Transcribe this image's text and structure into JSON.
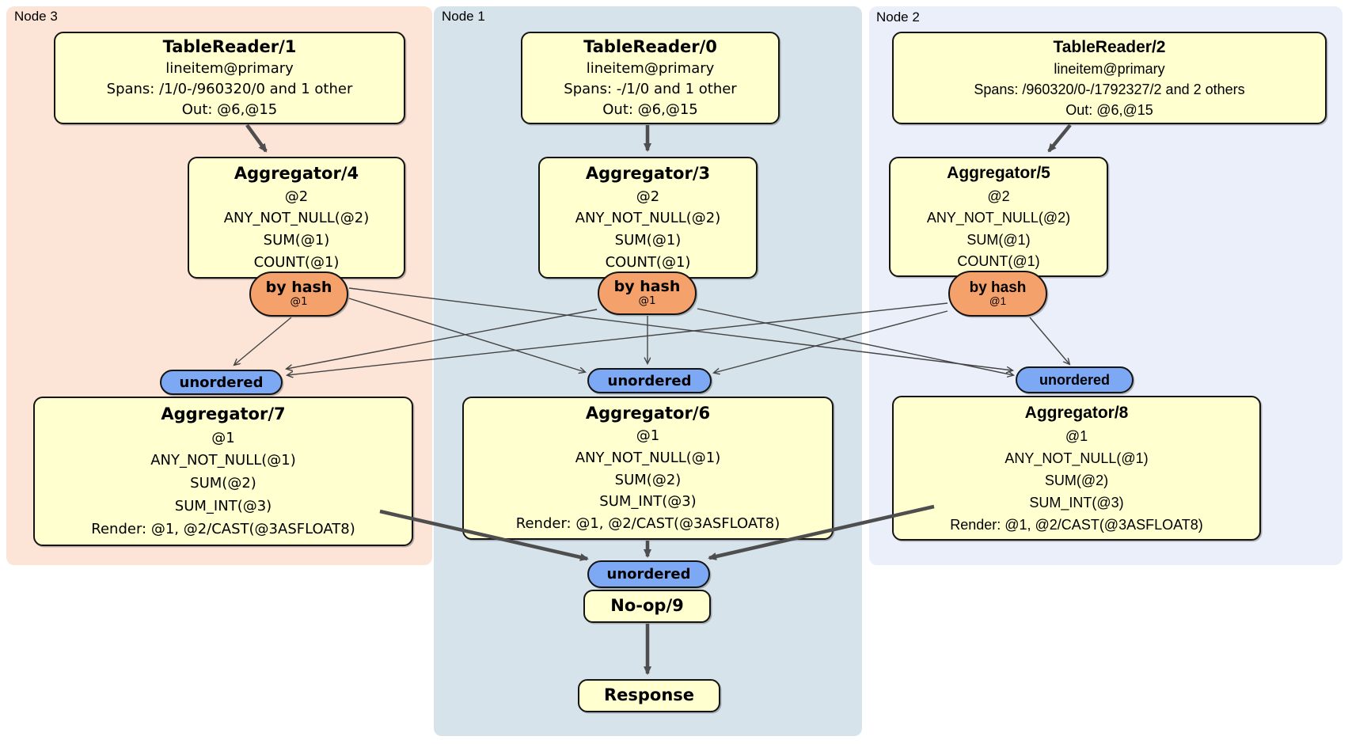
{
  "regions": {
    "node3_label": "Node 3",
    "node1_label": "Node 1",
    "node2_label": "Node 2"
  },
  "node3": {
    "table_reader": {
      "title": "TableReader/1",
      "rows": [
        "lineitem@primary",
        "Spans: /1/0-/960320/0 and 1 other",
        "Out: @6,@15"
      ]
    },
    "aggregator_top": {
      "title": "Aggregator/4",
      "rows": [
        "@2",
        "ANY_NOT_NULL(@2)",
        "SUM(@1)",
        "COUNT(@1)"
      ]
    },
    "router": {
      "label": "by hash",
      "detail": "@1"
    },
    "sync": {
      "label": "unordered"
    },
    "aggregator_bottom": {
      "title": "Aggregator/7",
      "rows": [
        "@1",
        "ANY_NOT_NULL(@1)",
        "SUM(@2)",
        "SUM_INT(@3)",
        "Render: @1, @2/CAST(@3ASFLOAT8)"
      ]
    }
  },
  "node1": {
    "table_reader": {
      "title": "TableReader/0",
      "rows": [
        "lineitem@primary",
        "Spans: -/1/0 and 1 other",
        "Out: @6,@15"
      ]
    },
    "aggregator_top": {
      "title": "Aggregator/3",
      "rows": [
        "@2",
        "ANY_NOT_NULL(@2)",
        "SUM(@1)",
        "COUNT(@1)"
      ]
    },
    "router": {
      "label": "by hash",
      "detail": "@1"
    },
    "sync": {
      "label": "unordered"
    },
    "aggregator_bottom": {
      "title": "Aggregator/6",
      "rows": [
        "@1",
        "ANY_NOT_NULL(@1)",
        "SUM(@2)",
        "SUM_INT(@3)",
        "Render: @1, @2/CAST(@3ASFLOAT8)"
      ]
    },
    "final_sync": {
      "label": "unordered"
    },
    "noop": {
      "title": "No-op/9"
    },
    "response": {
      "title": "Response"
    }
  },
  "node2": {
    "table_reader": {
      "title": "TableReader/2",
      "rows": [
        "lineitem@primary",
        "Spans: /960320/0-/1792327/2 and 2 others",
        "Out: @6,@15"
      ]
    },
    "aggregator_top": {
      "title": "Aggregator/5",
      "rows": [
        "@2",
        "ANY_NOT_NULL(@2)",
        "SUM(@1)",
        "COUNT(@1)"
      ]
    },
    "router": {
      "label": "by hash",
      "detail": "@1"
    },
    "sync": {
      "label": "unordered"
    },
    "aggregator_bottom": {
      "title": "Aggregator/8",
      "rows": [
        "@1",
        "ANY_NOT_NULL(@1)",
        "SUM(@2)",
        "SUM_INT(@3)",
        "Render: @1, @2/CAST(@3ASFLOAT8)"
      ]
    }
  }
}
